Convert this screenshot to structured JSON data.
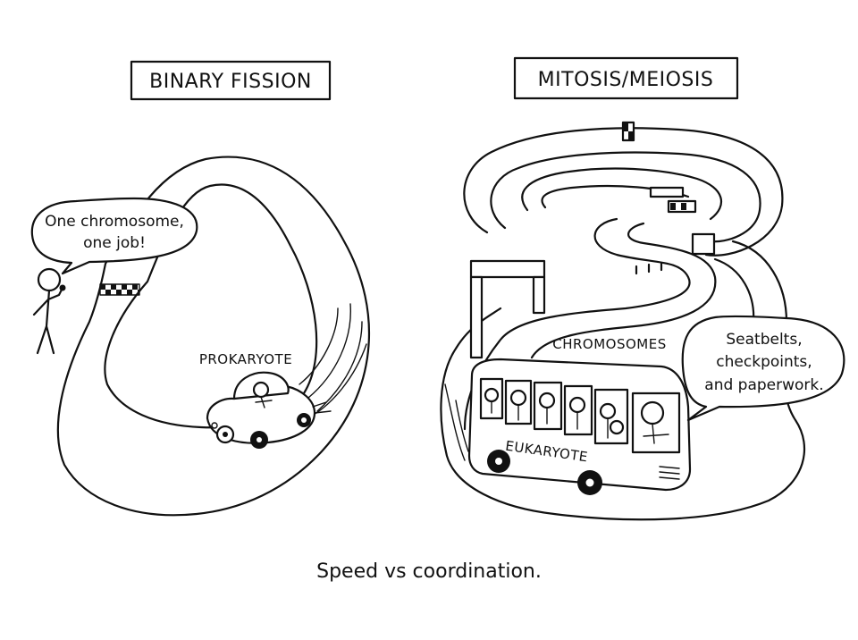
{
  "left_panel": {
    "title": "BINARY FISSION",
    "speech": [
      "One chromosome,",
      "one job!"
    ],
    "car_label": "PROKARYOTE"
  },
  "right_panel": {
    "title": "MITOSIS/MEIOSIS",
    "passengers_label": "CHROMOSOMES",
    "bus_label": "EUKARYOTE",
    "speech": [
      "Seatbelts,",
      "checkpoints,",
      "and paperwork."
    ]
  },
  "caption": "Speed vs coordination."
}
